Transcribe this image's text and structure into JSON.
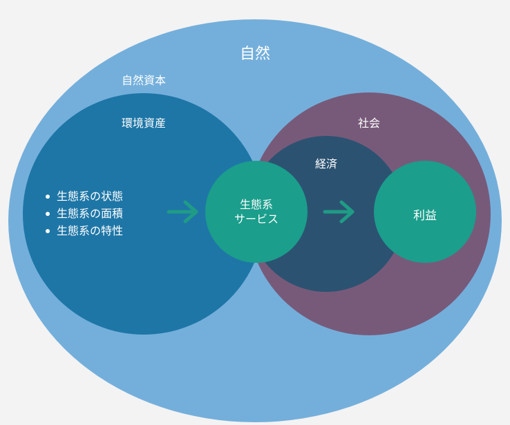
{
  "nature": {
    "label": "自然",
    "color": "#74afdb"
  },
  "natural_capital": {
    "label": "自然資本"
  },
  "environmental_assets": {
    "label": "環境資産",
    "color": "#1e76a6",
    "items": [
      "生態系の状態",
      "生態系の面積",
      "生態系の特性"
    ]
  },
  "society": {
    "label": "社会",
    "color": "#775a7a"
  },
  "economy": {
    "label": "経済",
    "color": "#2c5271"
  },
  "ecosystem_services": {
    "line1": "生態系",
    "line2": "サービス",
    "color": "#1b9e8c"
  },
  "profit": {
    "label": "利益",
    "color": "#1b9e8c"
  },
  "arrow_color": "#1f9c86"
}
